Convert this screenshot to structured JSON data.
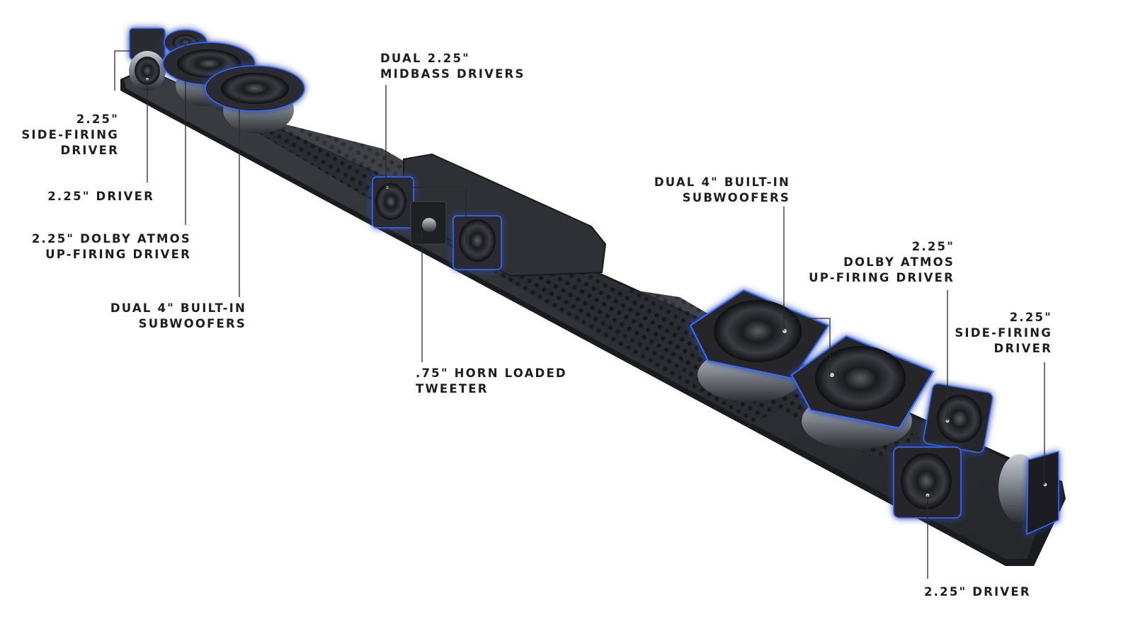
{
  "diagram": {
    "subject": "Soundbar driver layout (exploded internal view)",
    "colors": {
      "background": "#ffffff",
      "label_text": "#1e1e1e",
      "leader_line": "#2a2a2a",
      "chassis": "#2c2e33",
      "chassis_edge": "#1a1b1e",
      "driver_glow": "#3a6cff"
    },
    "labels": [
      {
        "id": "left-side-firing",
        "lines": "2.25\"\nSIDE-FIRING\nDRIVER"
      },
      {
        "id": "left-driver",
        "lines": "2.25\" DRIVER"
      },
      {
        "id": "left-atmos",
        "lines": "2.25\" DOLBY ATMOS\nUP-FIRING DRIVER"
      },
      {
        "id": "left-subwoofers",
        "lines": "DUAL 4\" BUILT-IN\nSUBWOOFERS"
      },
      {
        "id": "midbass",
        "lines": "DUAL 2.25\"\nMIDBASS DRIVERS"
      },
      {
        "id": "tweeter",
        "lines": ".75\" HORN LOADED\nTWEETER"
      },
      {
        "id": "right-subwoofers",
        "lines": "DUAL 4\" BUILT-IN\nSUBWOOFERS"
      },
      {
        "id": "right-atmos",
        "lines": "2.25\"\nDOLBY ATMOS\nUP-FIRING DRIVER"
      },
      {
        "id": "right-side-firing",
        "lines": "2.25\"\nSIDE-FIRING\nDRIVER"
      },
      {
        "id": "right-driver",
        "lines": "2.25\" DRIVER"
      }
    ]
  }
}
